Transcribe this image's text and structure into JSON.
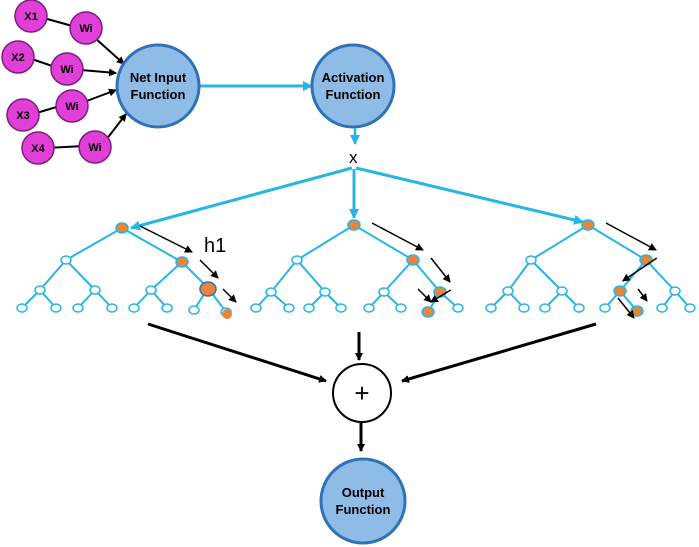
{
  "inputs": [
    "X1",
    "X2",
    "X3",
    "X4"
  ],
  "weight_label": "Wi",
  "net_input": {
    "line1": "Net Input",
    "line2": "Function"
  },
  "activation": {
    "line1": "Activation",
    "line2": "Function"
  },
  "x_label": "x",
  "h1_label": "h1",
  "sum_symbol": "+",
  "output": {
    "line1": "Output",
    "line2": "Function"
  },
  "colors": {
    "input_node": "#e040d8",
    "function_node": "#8fbce6",
    "function_border": "#2e72b8",
    "tree_line": "#27b5e6",
    "highlight_node": "#e8853a",
    "arrow": "#000000"
  }
}
